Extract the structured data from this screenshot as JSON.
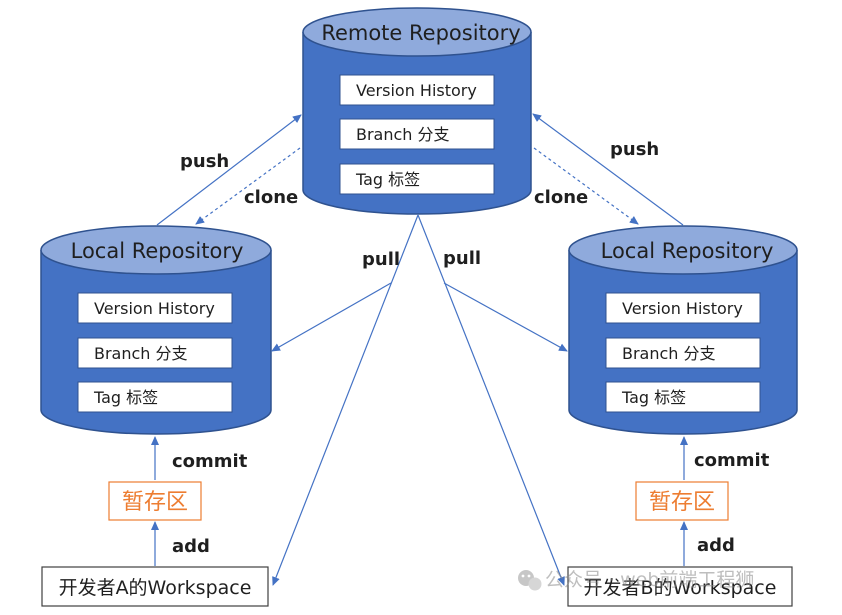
{
  "remote": {
    "title": "Remote Repository",
    "items": [
      "Version History",
      "Branch 分支",
      "Tag 标签"
    ]
  },
  "local_a": {
    "title": "Local Repository",
    "items": [
      "Version History",
      "Branch 分支",
      "Tag 标签"
    ]
  },
  "local_b": {
    "title": "Local Repository",
    "items": [
      "Version History",
      "Branch 分支",
      "Tag 标签"
    ]
  },
  "stage_a": "暂存区",
  "stage_b": "暂存区",
  "workspace_a": "开发者A的Workspace",
  "workspace_b": "开发者B的Workspace",
  "labels": {
    "push_left": "push",
    "push_right": "push",
    "clone_left": "clone",
    "clone_right": "clone",
    "pull_left": "pull",
    "pull_right": "pull",
    "commit_left": "commit",
    "commit_right": "commit",
    "add_left": "add",
    "add_right": "add"
  },
  "watermark": "公众号 · web前端工程狮",
  "colors": {
    "cylinder_fill": "#4472C4",
    "cylinder_stroke": "#2F528F",
    "cylinder_top": "#8FAADC",
    "arrow": "#4472C4",
    "stage_text": "#ED7D31",
    "stage_border": "#ED7D31"
  }
}
